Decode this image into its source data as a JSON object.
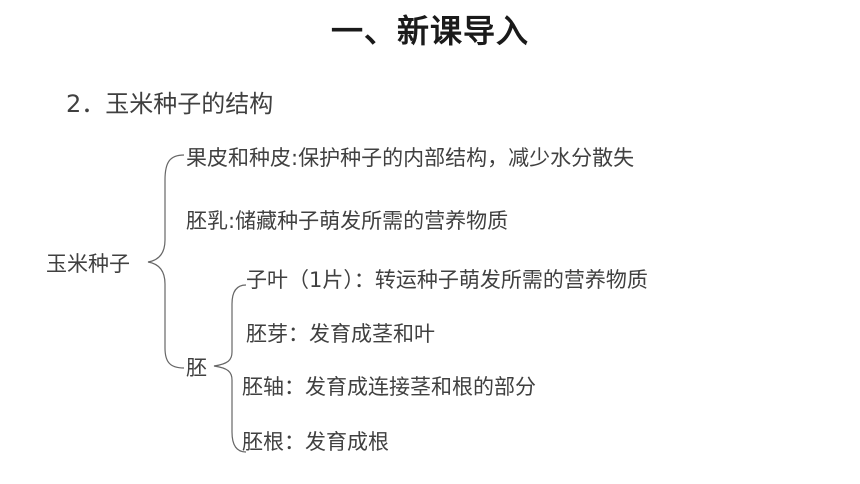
{
  "slide": {
    "title": "一、新课导入",
    "subtitle": "2．玉米种子的结构"
  },
  "structure": {
    "root": "玉米种子",
    "pericarp": "果皮和种皮:保护种子的内部结构，减少水分散失",
    "endosperm": "胚乳:储藏种子萌发所需的营养物质",
    "embryo": {
      "label": "胚",
      "cotyledon": "子叶（1片）：转运种子萌发所需的营养物质",
      "plumule": "胚芽：发育成茎和叶",
      "hypocotyl": "胚轴：发育成连接茎和根的部分",
      "radicle": "胚根：发育成根"
    }
  }
}
